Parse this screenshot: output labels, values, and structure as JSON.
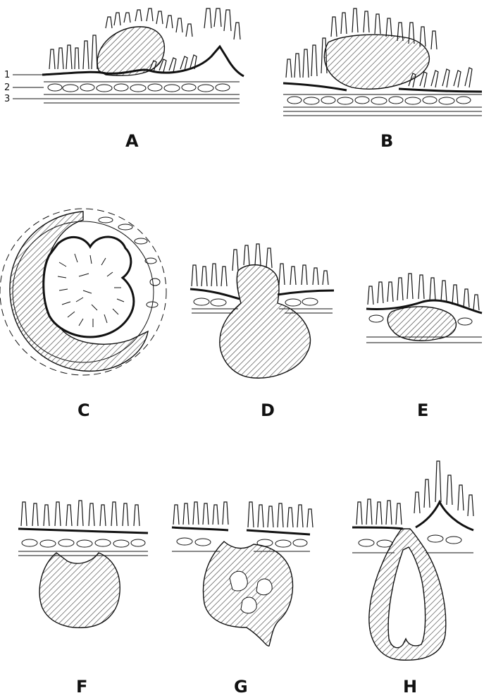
{
  "panels": [
    {
      "id": "A",
      "label": "A"
    },
    {
      "id": "B",
      "label": "B"
    },
    {
      "id": "C",
      "label": "C"
    },
    {
      "id": "D",
      "label": "D"
    },
    {
      "id": "E",
      "label": "E"
    },
    {
      "id": "F",
      "label": "F"
    },
    {
      "id": "G",
      "label": "G"
    },
    {
      "id": "H",
      "label": "H"
    }
  ],
  "layer_labels": [
    "1",
    "2",
    "3"
  ],
  "colors": {
    "ink": "#111111",
    "hatch": "#333333",
    "background": "#ffffff"
  }
}
